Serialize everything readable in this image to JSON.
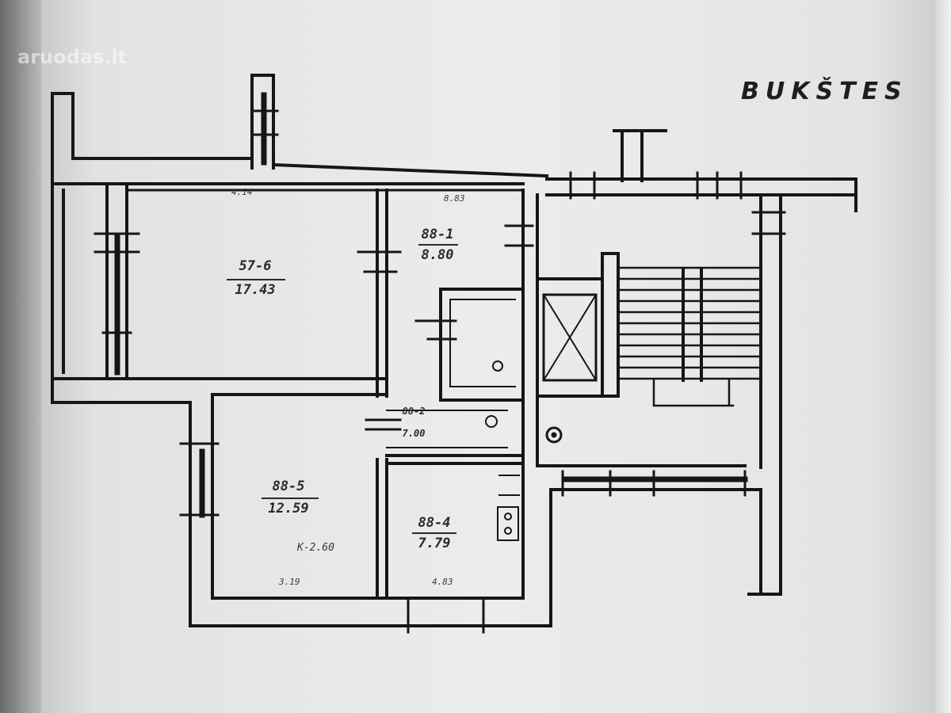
{
  "watermark": {
    "text": "aruodas.lt"
  },
  "header": {
    "title": "BUKŠTES"
  },
  "rooms": {
    "living_room": {
      "id": "57-6",
      "area": "17.43"
    },
    "bedroom_1": {
      "id": "88-1",
      "area": "8.80"
    },
    "hall": {
      "id": "88-2",
      "area": "7.00"
    },
    "bedroom_5": {
      "id": "88-5",
      "area": "12.59"
    },
    "kitchen": {
      "id": "88-4",
      "area": "7.79"
    }
  },
  "dimensions": {
    "top_wall": "4.14",
    "top_wall_2": "8.83",
    "bottom_left": "3.19",
    "bottom_right": "4.83",
    "ceiling": "K-2.60"
  },
  "colors": {
    "wall": "#161616",
    "paper": "#e9e9e9",
    "ink": "#2a2a2a"
  },
  "icons": [
    "elevator-shaft-icon",
    "staircase-icon",
    "chimney-icon",
    "stove-icon",
    "toilet-icon"
  ]
}
